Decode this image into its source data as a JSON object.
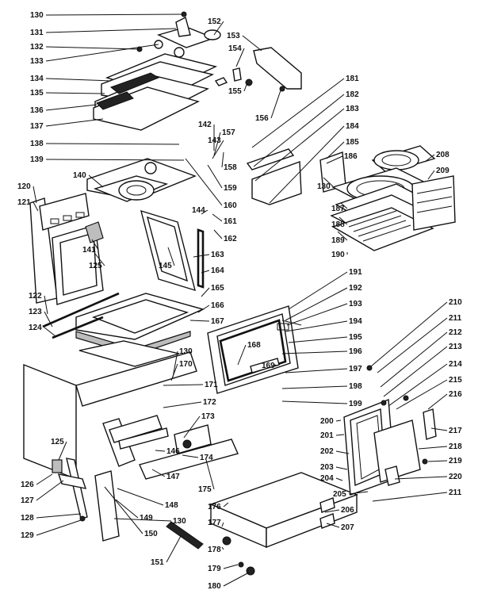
{
  "labels": [
    "130",
    "131",
    "132",
    "133",
    "134",
    "135",
    "136",
    "137",
    "138",
    "139",
    "140",
    "120",
    "121",
    "141",
    "125",
    "122",
    "123",
    "124",
    "152",
    "153",
    "154",
    "155",
    "156",
    "142",
    "157",
    "143",
    "158",
    "159",
    "160",
    "144",
    "161",
    "162",
    "145",
    "163",
    "164",
    "165",
    "166",
    "167",
    "181",
    "182",
    "183",
    "184",
    "185",
    "208",
    "209",
    "186",
    "130",
    "187",
    "188",
    "189",
    "190",
    "191",
    "192",
    "193",
    "194",
    "195",
    "168",
    "196",
    "169",
    "197",
    "198",
    "199",
    "130",
    "170",
    "171",
    "172",
    "173",
    "146",
    "174",
    "147",
    "175",
    "148",
    "125",
    "126",
    "127",
    "128",
    "129",
    "149",
    "150",
    "151",
    "130",
    "176",
    "177",
    "178",
    "179",
    "180",
    "206",
    "207",
    "210",
    "211",
    "212",
    "213",
    "214",
    "215",
    "216",
    "217",
    "200",
    "201",
    "218",
    "202",
    "219",
    "203",
    "204",
    "205",
    "220",
    "211"
  ],
  "colors": {
    "ink": "#111111",
    "paper": "#ffffff",
    "shade": "#bdbdbd"
  }
}
